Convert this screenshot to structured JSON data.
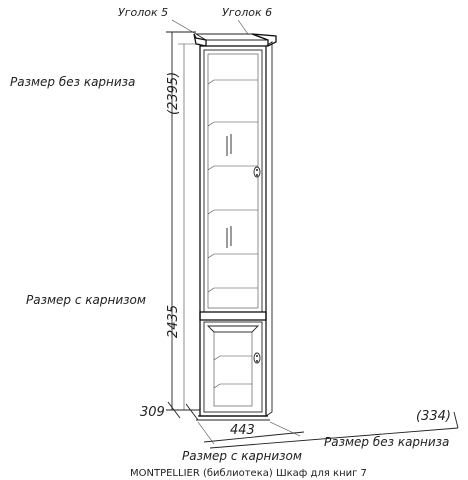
{
  "labels": {
    "corner_left": "Уголок 5",
    "corner_right": "Уголок 6",
    "size_no_cornice_left": "Размер без карниза",
    "size_with_cornice_left": "Размер с карнизом",
    "size_with_cornice_bottom": "Размер с карнизом",
    "size_no_cornice_bottom": "Размер без карниза"
  },
  "dimensions": {
    "height_no_cornice": "(2395)",
    "height_with_cornice": "2435",
    "depth": "309",
    "width_with_cornice": "443",
    "width_no_cornice": "(334)"
  },
  "caption": "MONTPELLIER (библиотека) Шкаф для книг 7"
}
